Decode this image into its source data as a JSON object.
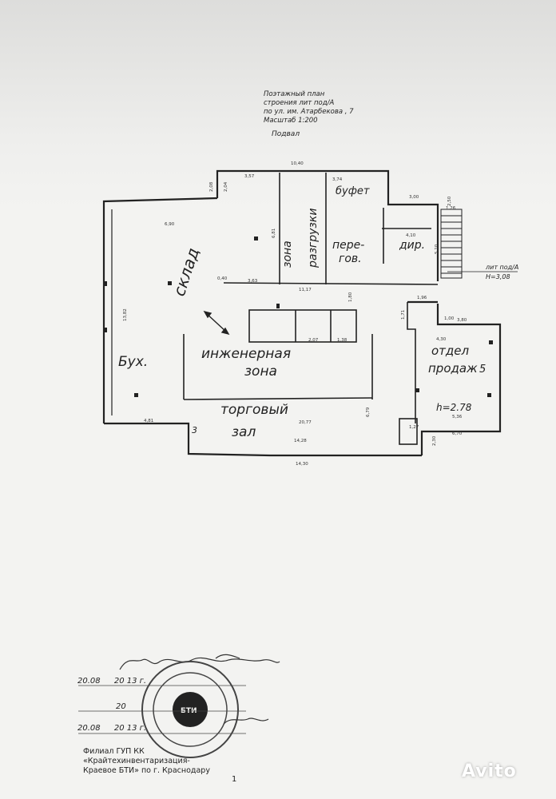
{
  "header": {
    "title_lines": [
      "Поэтажный план",
      "строения лит под/А",
      "по ул. им. Атарбекова , 7",
      "Масштаб 1:200"
    ],
    "floor": "Подвал"
  },
  "rooms": {
    "sklad": "склад",
    "zona_razgruzki_1": "зона",
    "zona_razgruzki_2": "разгрузки",
    "bufet": "буфет",
    "peregov_1": "пере-",
    "peregov_2": "гов.",
    "dir": "дир.",
    "inzh_1": "инженерная",
    "inzh_2": "зона",
    "buh": "Бух.",
    "torg_1": "торговый",
    "torg_2": "зал",
    "otdel_1": "отдел",
    "otdel_2": "продаж",
    "room5": "5",
    "room3": "3",
    "height": "h=2.78"
  },
  "dimensions": {
    "d10_40": "10,40",
    "d3_57": "3,57",
    "d3_74": "3,74",
    "d2_08": "2,08",
    "d2_04": "2,04",
    "d6_90": "6,90",
    "d6_81": "6,81",
    "d3_00": "3,00",
    "d1_26": "1,26",
    "d2_50": "2,50",
    "d0_40": "0,40",
    "d3_63": "3,63",
    "d11_17": "11,17",
    "d13_82": "13,82",
    "d1_96": "1,96",
    "d1_71": "1,71",
    "d1_00": "1,00",
    "d3_80": "3,80",
    "d4_30": "4,30",
    "d2_07": "2,07",
    "d1_38": "1,38",
    "d1_80": "1,80",
    "d4_81": "4,81",
    "d20_77": "20,77",
    "d6_70": "6,70",
    "d5_36": "5,36",
    "d6_79": "6,79",
    "d14_28": "14,28",
    "d14_30": "14,30",
    "d2_30": "2,30",
    "d4_10": "4,10",
    "d5_10": "5,10",
    "d1_27": "1,27"
  },
  "lit_label": {
    "line1": "лит под/А",
    "line2": "Н=3,08"
  },
  "stamp": {
    "row1_date": "20.08",
    "row1_year": "20 13",
    "row1_suffix": "г.",
    "row2_year": "20",
    "row3_date": "20.08",
    "row3_year": "20 13",
    "row3_suffix": "г."
  },
  "footer": {
    "line1": "Филиал ГУП КК",
    "line2": "«Крайтехинвентаризация-",
    "line3": "Краевое БТИ» по г. Краснодару",
    "page": "1"
  },
  "watermark": "Avito"
}
